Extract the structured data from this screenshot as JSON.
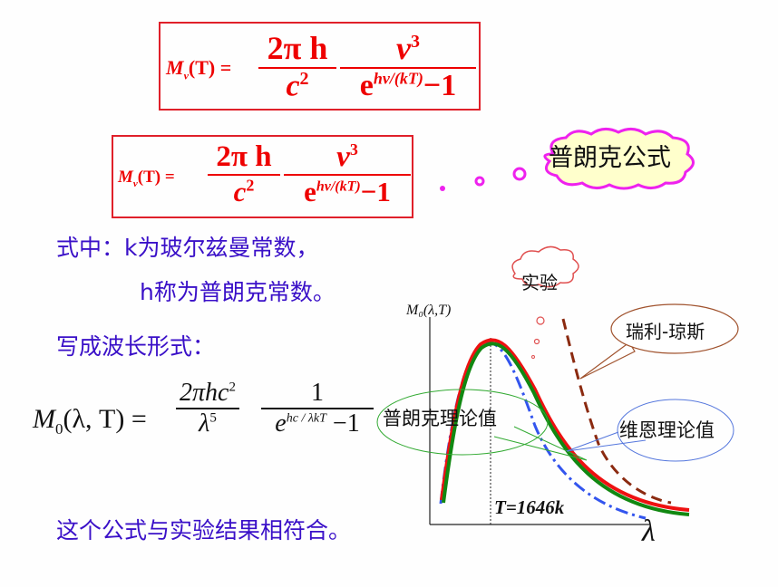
{
  "formula_top": {
    "lhs": "M",
    "lhs_sub": "ν",
    "lhs_arg": "(T) =",
    "frac1_num": "2π h",
    "frac1_den": "c",
    "frac1_den_sup": "2",
    "frac2_num": "ν",
    "frac2_num_sup": "3",
    "frac2_den_base": "e",
    "frac2_den_exp": "hν/(kT)",
    "frac2_den_tail": "−1",
    "border_color": "#e0202a",
    "text_color": "#ee0000"
  },
  "formula_second": {
    "lhs": "M",
    "lhs_sub": "ν",
    "lhs_arg": "(T) =",
    "frac1_num": "2π h",
    "frac1_den": "c",
    "frac1_den_sup": "2",
    "frac2_num": "ν",
    "frac2_num_sup": "3",
    "frac2_den_base": "e",
    "frac2_den_exp": "hν/(kT)",
    "frac2_den_tail": "−1"
  },
  "callout_planck_formula": {
    "text": "普朗克公式",
    "fill": "#ffffcc",
    "border": "#ee22ee"
  },
  "explanation": {
    "line1": "式中：k为玻尔兹曼常数，",
    "line2": "h称为普朗克常数。",
    "line3": "写成波长形式：",
    "conclusion": "这个公式与实验结果相符合。",
    "color": "#3a10c8"
  },
  "wavelength_formula": {
    "lhs": "M",
    "lhs_sub": "0",
    "lhs_arg": "(λ, T) =",
    "frac1_num": "2πhc",
    "frac1_num_sup": "2",
    "frac1_den": "λ",
    "frac1_den_sup": "5",
    "frac2_num": "1",
    "frac2_den_base": "e",
    "frac2_den_exp": "hc / λkT",
    "frac2_den_tail": "−1"
  },
  "chart_labels": {
    "experiment": "实验",
    "rayleigh_jeans": "瑞利-琼斯",
    "planck_theory": "普朗克理论值",
    "wien_theory": "维恩理论值",
    "temperature": "T=1646k",
    "y_axis": "M₀(λ,T)",
    "x_axis": "λ"
  },
  "chart_data": {
    "type": "line",
    "title": "",
    "xlabel": "λ",
    "ylabel": "M0(λ,T)",
    "annotation": "T=1646k",
    "grid": false,
    "series": [
      {
        "name": "实验",
        "color": "#ee1111",
        "style": "solid",
        "x": [
          0.1,
          0.2,
          0.3,
          0.4,
          0.5,
          0.6,
          0.7,
          0.8,
          0.9,
          1.0
        ],
        "values": [
          0.05,
          0.75,
          1.0,
          0.88,
          0.62,
          0.4,
          0.22,
          0.12,
          0.06,
          0.04
        ]
      },
      {
        "name": "普朗克理论值",
        "color": "#118811",
        "style": "solid",
        "x": [
          0.1,
          0.2,
          0.3,
          0.4,
          0.5,
          0.6,
          0.7,
          0.8,
          0.9,
          1.0
        ],
        "values": [
          0.05,
          0.73,
          0.98,
          0.86,
          0.6,
          0.38,
          0.2,
          0.1,
          0.05,
          0.03
        ]
      },
      {
        "name": "维恩理论值",
        "color": "#3355ee",
        "style": "dash-dot",
        "x": [
          0.1,
          0.2,
          0.3,
          0.4,
          0.5,
          0.6,
          0.7,
          0.8
        ],
        "values": [
          0.05,
          0.85,
          1.0,
          0.78,
          0.48,
          0.28,
          0.12,
          0.02
        ]
      },
      {
        "name": "瑞利-琼斯",
        "color": "#8b2a10",
        "style": "dashed",
        "x": [
          0.55,
          0.6,
          0.7,
          0.8,
          0.9
        ],
        "values": [
          1.1,
          0.85,
          0.45,
          0.2,
          0.1
        ]
      }
    ],
    "peak_marker": {
      "x": 0.3,
      "style": "dotted vertical line"
    }
  }
}
